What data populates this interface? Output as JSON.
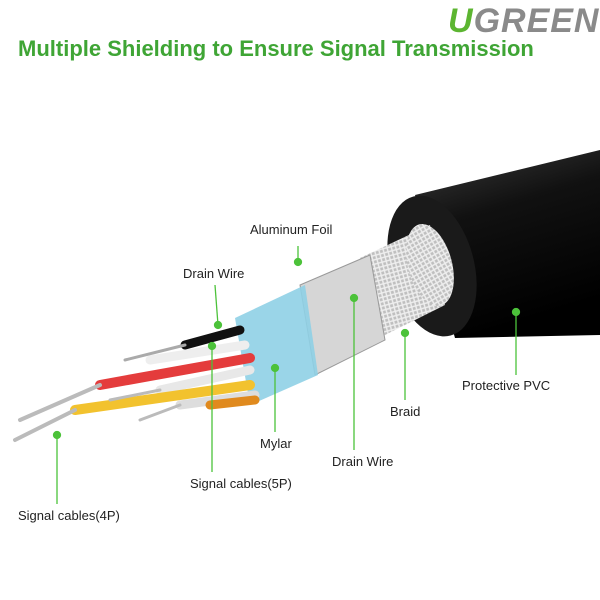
{
  "brand": {
    "logo_text": "UGREEN",
    "logo_first": "U",
    "logo_rest": "GREEN"
  },
  "title": "Multiple Shielding to Ensure Signal Transmission",
  "labels": {
    "aluminum_foil": "Aluminum Foil",
    "drain_wire_top": "Drain Wire",
    "protective_pvc": "Protective PVC",
    "braid": "Braid",
    "drain_wire_bottom": "Drain Wire",
    "mylar": "Mylar",
    "signal_5p": "Signal cables(5P)",
    "signal_4p": "Signal cables(4P)"
  },
  "colors": {
    "accent": "#3fa535",
    "dot": "#4cc23a"
  }
}
